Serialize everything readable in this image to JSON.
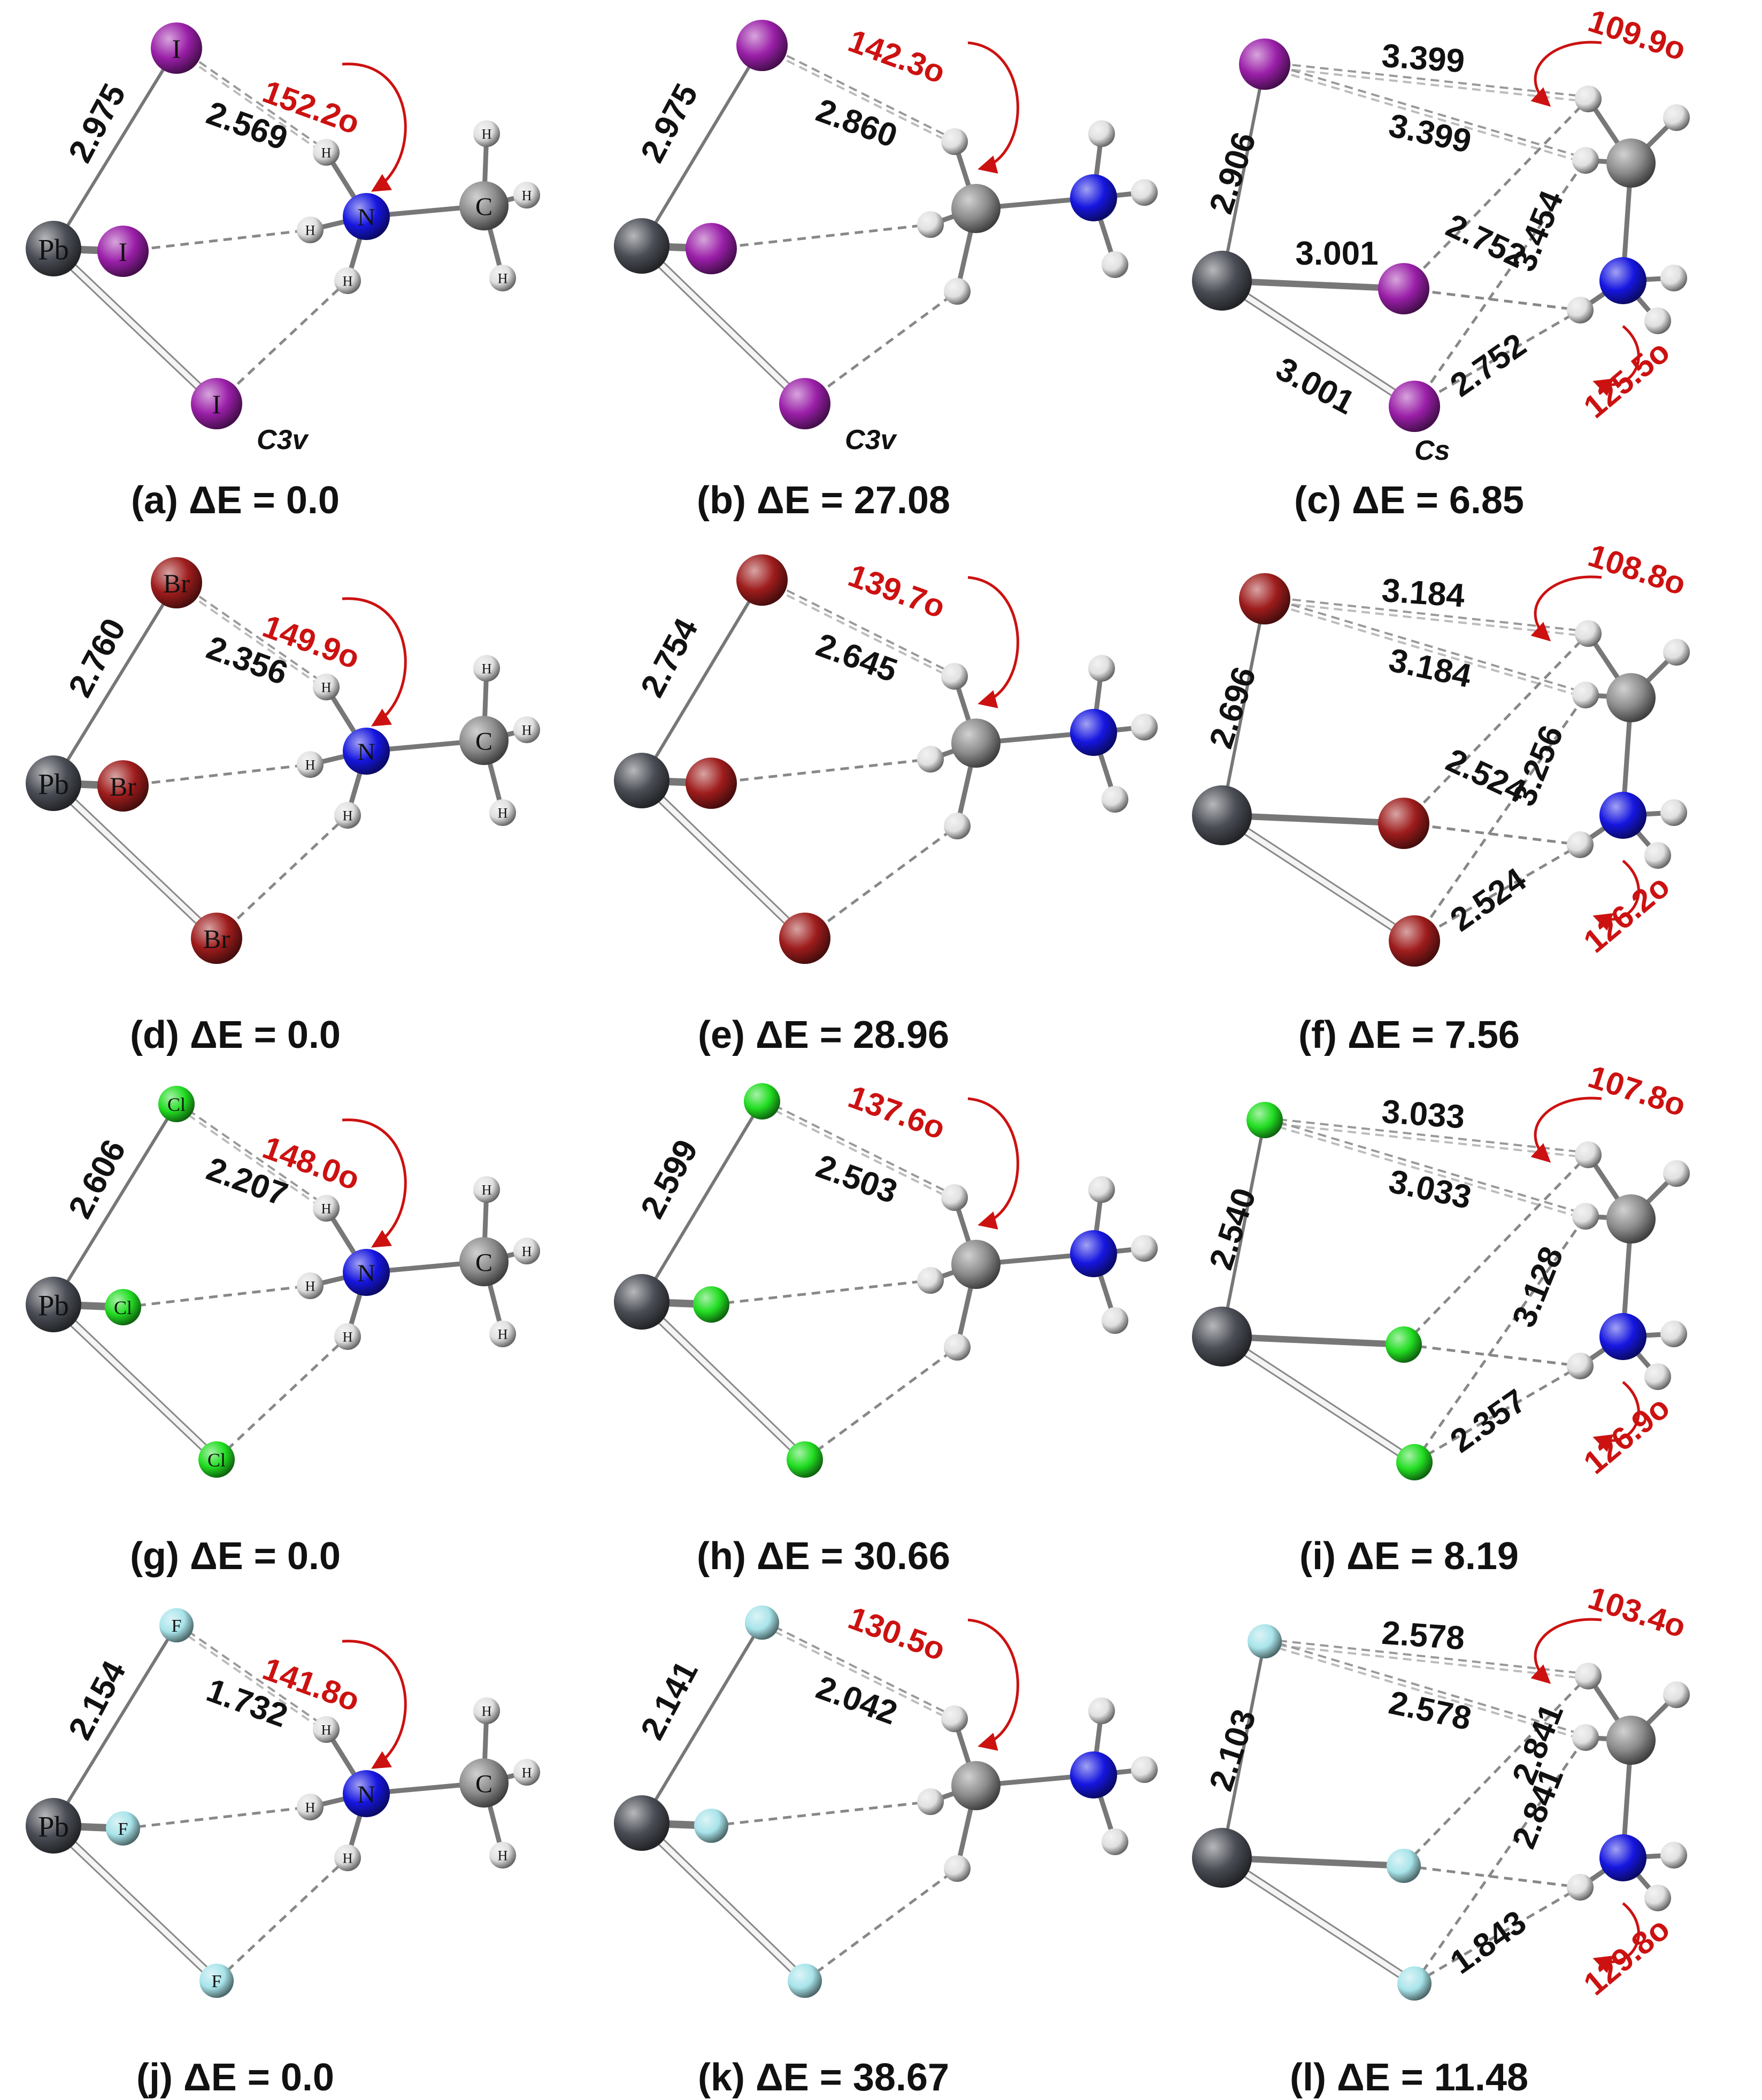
{
  "colors": {
    "Pb": "#4a4d55",
    "I": "#9a1fa8",
    "Br": "#9e1c1c",
    "Cl": "#22dd22",
    "F": "#a8e4ea",
    "N": "#1616e0",
    "C": "#8c8c8c",
    "H": "#e0e0e0",
    "angle": "#cc1111",
    "text": "#111111",
    "bond": "#777777",
    "hbond": "#888888"
  },
  "panels": [
    {
      "id": "a",
      "caption": "(a) ΔE = 0.0",
      "halide": "I",
      "atom_labels": true,
      "symmetry": "C3v",
      "lengths": {
        "pbx": "2.975",
        "hb": "2.569"
      },
      "angles": {
        "top": "152.2o"
      }
    },
    {
      "id": "b",
      "caption": "(b) ΔE = 27.08",
      "halide": "I",
      "atom_labels": false,
      "symmetry": "C3v",
      "lengths": {
        "pbx": "2.975",
        "hb": "2.860"
      },
      "angles": {
        "top": "142.3o"
      }
    },
    {
      "id": "c",
      "caption": "(c) ΔE = 6.85",
      "halide": "I",
      "atom_labels": false,
      "symmetry": "Cs",
      "lengths": {
        "pbx_top": "2.906",
        "pbx_mid": "3.001",
        "pbx_bot": "3.001",
        "top1": "3.399",
        "top2": "3.399",
        "mid1": "2.752",
        "diag": "3.454",
        "bot1": "2.752"
      },
      "angles": {
        "top": "109.9o",
        "bot": "125.5o"
      }
    },
    {
      "id": "d",
      "caption": "(d) ΔE = 0.0",
      "halide": "Br",
      "atom_labels": true,
      "symmetry": "",
      "lengths": {
        "pbx": "2.760",
        "hb": "2.356"
      },
      "angles": {
        "top": "149.9o"
      }
    },
    {
      "id": "e",
      "caption": "(e) ΔE = 28.96",
      "halide": "Br",
      "atom_labels": false,
      "symmetry": "",
      "lengths": {
        "pbx": "2.754",
        "hb": "2.645"
      },
      "angles": {
        "top": "139.7o"
      }
    },
    {
      "id": "f",
      "caption": "(f) ΔE = 7.56",
      "halide": "Br",
      "atom_labels": false,
      "symmetry": "",
      "lengths": {
        "pbx_top": "2.696",
        "top1": "3.184",
        "top2": "3.184",
        "mid1": "2.524",
        "diag": "3.256",
        "bot1": "2.524"
      },
      "angles": {
        "top": "108.8o",
        "bot": "126.2o"
      }
    },
    {
      "id": "g",
      "caption": "(g)   ΔE = 0.0",
      "halide": "Cl",
      "atom_labels": true,
      "symmetry": "",
      "lengths": {
        "pbx": "2.606",
        "hb": "2.207"
      },
      "angles": {
        "top": "148.0o"
      }
    },
    {
      "id": "h",
      "caption": "(h) ΔE = 30.66",
      "halide": "Cl",
      "atom_labels": false,
      "symmetry": "",
      "lengths": {
        "pbx": "2.599",
        "hb": "2.503"
      },
      "angles": {
        "top": "137.6o"
      }
    },
    {
      "id": "i",
      "caption": "(i)   ΔE = 8.19",
      "halide": "Cl",
      "atom_labels": false,
      "symmetry": "",
      "lengths": {
        "pbx_top": "2.540",
        "top1": "3.033",
        "top2": "3.033",
        "diag": "3.128",
        "bot1": "2.357"
      },
      "angles": {
        "top": "107.8o",
        "bot": "126.9o"
      }
    },
    {
      "id": "j",
      "caption": "(j)   ΔE = 0.0",
      "halide": "F",
      "atom_labels": true,
      "symmetry": "",
      "lengths": {
        "pbx": "2.154",
        "hb": "1.732"
      },
      "angles": {
        "top": "141.8o"
      }
    },
    {
      "id": "k",
      "caption": "(k)   ΔE = 38.67",
      "halide": "F",
      "atom_labels": false,
      "symmetry": "",
      "lengths": {
        "pbx": "2.141",
        "hb": "2.042"
      },
      "angles": {
        "top": "130.5o"
      }
    },
    {
      "id": "l",
      "caption": "(l)   ΔE = 11.48",
      "halide": "F",
      "atom_labels": false,
      "symmetry": "",
      "lengths": {
        "pbx_top": "2.103",
        "top1": "2.578",
        "top2": "2.578",
        "diag_top": "2.841",
        "diag": "2.841",
        "bot1": "1.843"
      },
      "angles": {
        "top": "103.4o",
        "bot": "129.8o"
      }
    }
  ]
}
